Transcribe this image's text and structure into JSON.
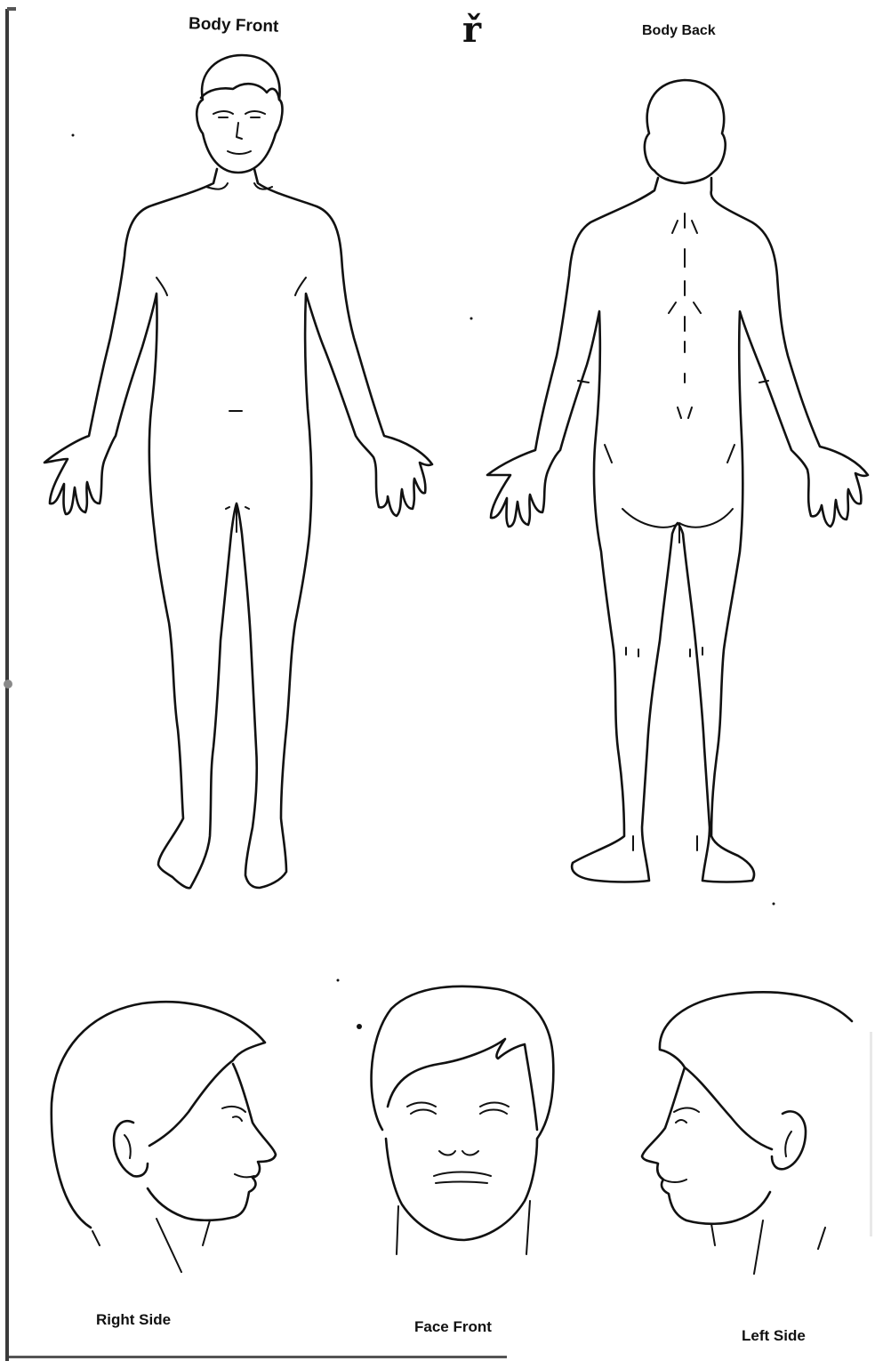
{
  "labels": {
    "body_front": "Body Front",
    "body_back": "Body Back",
    "right_side": "Right Side",
    "face_front": "Face Front",
    "left_side": "Left Side"
  },
  "colors": {
    "background": "#ffffff",
    "line": "#111111"
  }
}
